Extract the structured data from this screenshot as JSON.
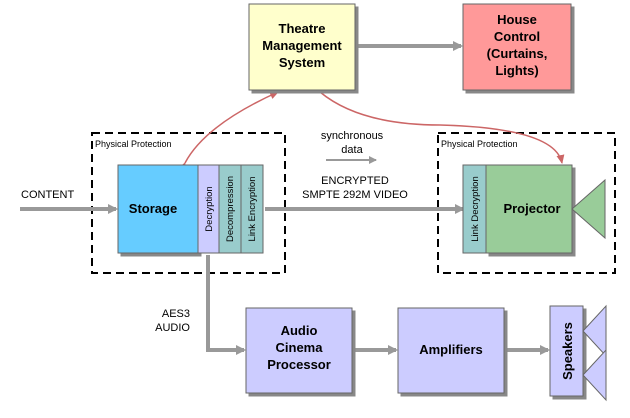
{
  "boxes": {
    "theatre_management": [
      "Theatre",
      "Management",
      "System"
    ],
    "house_control": [
      "House",
      "Control",
      "(Curtains,",
      "Lights)"
    ],
    "storage": "Storage",
    "decryption": "Decryption",
    "decompression": "Decompression",
    "link_encryption": "Link Encryption",
    "link_decryption": "Link Decryption",
    "projector": "Projector",
    "audio_processor": [
      "Audio",
      "Cinema",
      "Processor"
    ],
    "amplifiers": "Amplifiers",
    "speakers": "Speakers"
  },
  "regions": {
    "physical_protection_left": "Physical Protection",
    "physical_protection_right": "Physical Protection"
  },
  "labels": {
    "content": "CONTENT",
    "sync_line1": "synchronous",
    "sync_line2": "data",
    "encrypted_line1": "ENCRYPTED",
    "encrypted_line2": "SMPTE 292M VIDEO",
    "aes3_line1": "AES3",
    "aes3_line2": "AUDIO"
  },
  "colors": {
    "theatre_fill": "#ffffcc",
    "house_fill": "#ff9999",
    "storage_fill": "#66ccff",
    "decryption_fill": "#ccccff",
    "decompression_fill": "#99cccc",
    "link_encryption_fill": "#99cccc",
    "link_decryption_fill": "#99cccc",
    "projector_fill": "#99cc99",
    "audio_fill": "#ccccff",
    "arrow_gray": "#999999",
    "arrow_red": "#cc6666"
  }
}
